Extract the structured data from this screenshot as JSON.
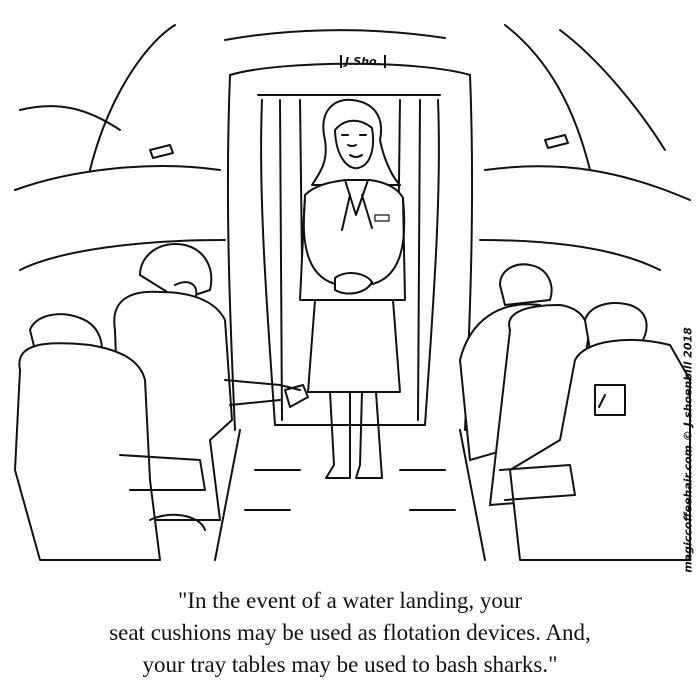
{
  "cartoon": {
    "door_signature": "J.Sho.",
    "credit": "magiccoffeehair.com © J.shoenbill 2018",
    "caption_lines": [
      "\"In the event of a water landing, your",
      "seat cushions may be used as flotation devices. And,",
      "your tray tables may be used to bash sharks.\""
    ]
  }
}
